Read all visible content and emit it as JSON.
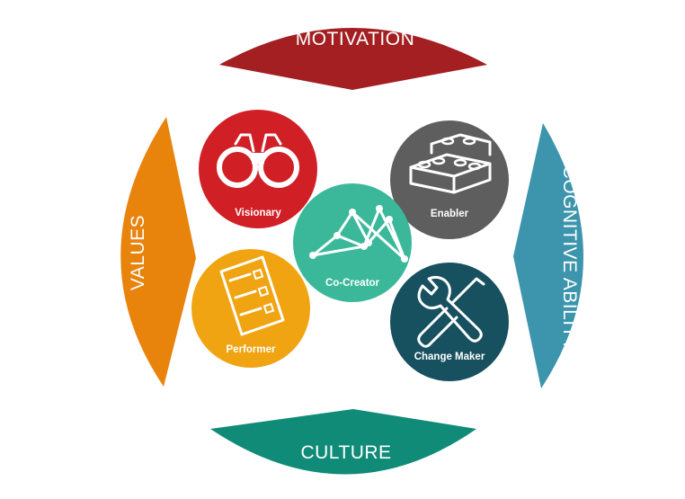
{
  "colors": {
    "motivation": "#a31f21",
    "culture": "#0f8b78",
    "values": "#e8830c",
    "cognitive_ability": "#3c95ac",
    "visionary": "#d11f26",
    "enabler": "#5e5e5e",
    "co_creator": "#3bb89a",
    "performer": "#f0a412",
    "change_maker": "#17505f"
  },
  "segments": {
    "motivation": "MOTIVATION",
    "culture": "CULTURE",
    "values": "VALUES",
    "cognitive_ability": "COGNITIVE ABILITY"
  },
  "roles": {
    "visionary": {
      "label": "Visionary",
      "icon": "binoculars-icon"
    },
    "enabler": {
      "label": "Enabler",
      "icon": "bricks-icon"
    },
    "co_creator": {
      "label": "Co-Creator",
      "icon": "network-icon"
    },
    "performer": {
      "label": "Performer",
      "icon": "checklist-icon"
    },
    "change_maker": {
      "label": "Change Maker",
      "icon": "tools-icon"
    }
  }
}
